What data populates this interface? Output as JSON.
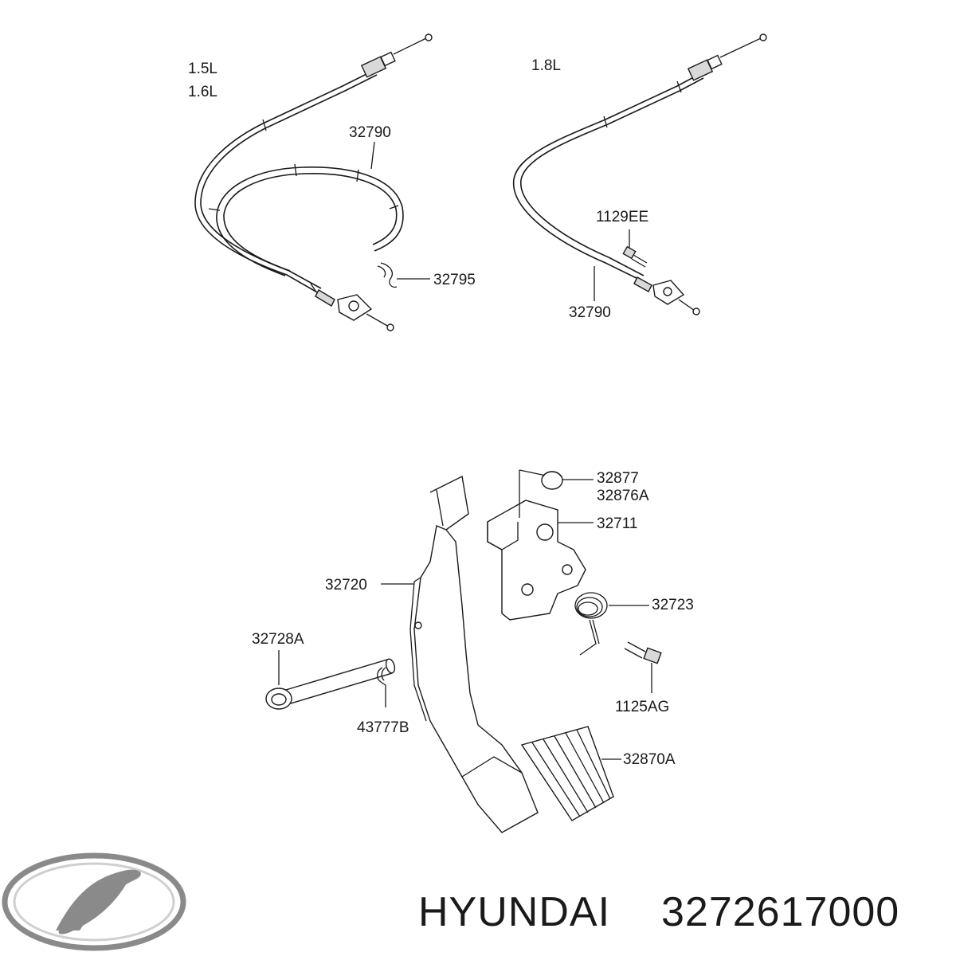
{
  "labels": {
    "eng_15": "1.5L",
    "eng_16": "1.6L",
    "eng_18": "1.8L",
    "cable_left": "32790",
    "clip_left": "32795",
    "bolt_right": "1129EE",
    "cable_right": "32790",
    "stopper": "32877",
    "stopper_alt": "32876A",
    "bracket": "32711",
    "pedal_arm": "32720",
    "spring": "32723",
    "shaft": "32728A",
    "pin": "43777B",
    "bolt_lower": "1125AG",
    "pedal_pad": "32870A"
  },
  "footer": {
    "brand": "HYUNDAI",
    "part_number": "3272617000"
  },
  "logo": {
    "name": "hyundai-logo",
    "color": "#8a8a8a"
  }
}
